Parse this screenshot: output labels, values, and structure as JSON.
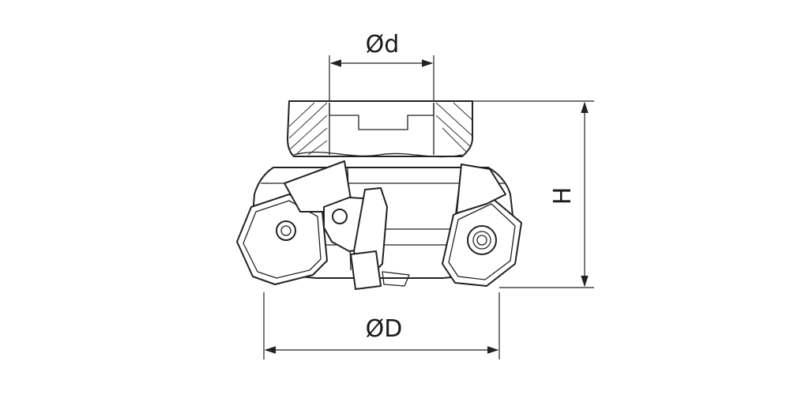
{
  "diagram": {
    "labels": {
      "bore_diameter": "Ød",
      "outer_diameter": "ØD",
      "height": "H"
    },
    "colors": {
      "line": "#222222",
      "background": "#ffffff"
    }
  }
}
